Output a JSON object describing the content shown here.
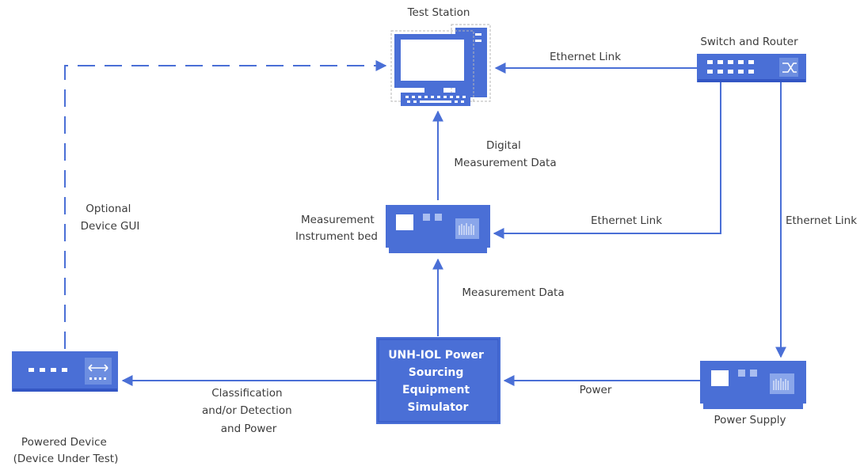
{
  "nodes": {
    "test_station": "Test Station",
    "switch_router": "Switch and Router",
    "measurement_bed": [
      "Measurement",
      "Instrument bed"
    ],
    "simulator": [
      "UNH-IOL Power",
      "Sourcing",
      "Equipment",
      "Simulator"
    ],
    "power_supply": "Power Supply",
    "powered_device": [
      "Powered Device",
      "(Device Under Test)"
    ]
  },
  "edges": {
    "ethernet_top": "Ethernet Link",
    "ethernet_mid": "Ethernet Link",
    "ethernet_right": "Ethernet Link",
    "digital_data": [
      "Digital",
      "Measurement Data"
    ],
    "measurement_data": "Measurement Data",
    "power": "Power",
    "classification": [
      "Classification",
      "and/or Detection",
      "and Power"
    ],
    "optional_gui": [
      "Optional",
      "Device GUI"
    ]
  },
  "colors": {
    "primary": "#4a6fd6",
    "dark": "#3356c4",
    "text": "#3c3c3c"
  }
}
